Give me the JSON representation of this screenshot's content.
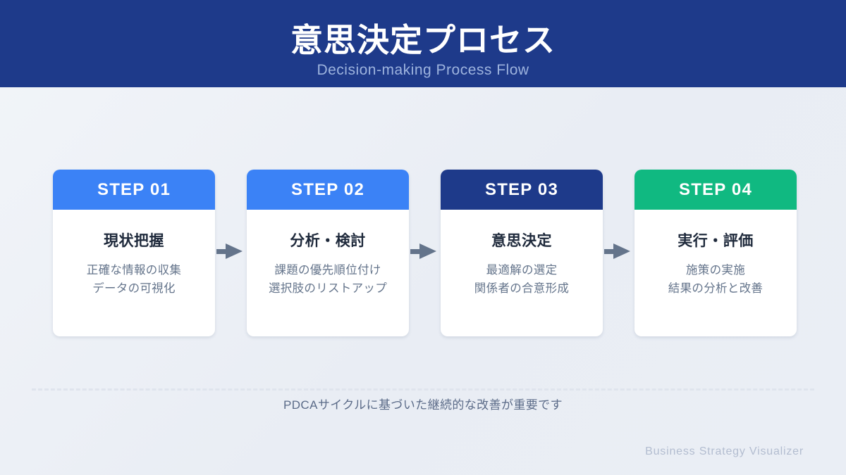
{
  "header": {
    "title": "意思決定プロセス",
    "subtitle": "Decision-making Process Flow",
    "background_color": "#1e3a8a",
    "title_color": "#ffffff",
    "subtitle_color": "#9db3de"
  },
  "steps": [
    {
      "badge": "STEP 01",
      "title": "現状把握",
      "desc_line1": "正確な情報の収集",
      "desc_line2": "データの可視化",
      "accent_color": "#3b82f6"
    },
    {
      "badge": "STEP 02",
      "title": "分析・検討",
      "desc_line1": "課題の優先順位付け",
      "desc_line2": "選択肢のリストアップ",
      "accent_color": "#3b82f6"
    },
    {
      "badge": "STEP 03",
      "title": "意思決定",
      "desc_line1": "最適解の選定",
      "desc_line2": "関係者の合意形成",
      "accent_color": "#1e3a8a"
    },
    {
      "badge": "STEP 04",
      "title": "実行・評価",
      "desc_line1": "施策の実施",
      "desc_line2": "結果の分析と改善",
      "accent_color": "#10b981"
    }
  ],
  "connectors": [
    {
      "icon": "arrow-right-icon",
      "color": "#64748b"
    },
    {
      "icon": "arrow-right-icon",
      "color": "#64748b"
    },
    {
      "icon": "arrow-right-icon",
      "color": "#64748b"
    }
  ],
  "footer": {
    "note": "PDCAサイクルに基づいた継続的な改善が重要です",
    "brand": "Business Strategy Visualizer",
    "note_color": "#5b6b88",
    "brand_color": "#b3bdd0",
    "divider_color": "#dfe4ed"
  },
  "page": {
    "background_color": "#eef1f6"
  }
}
